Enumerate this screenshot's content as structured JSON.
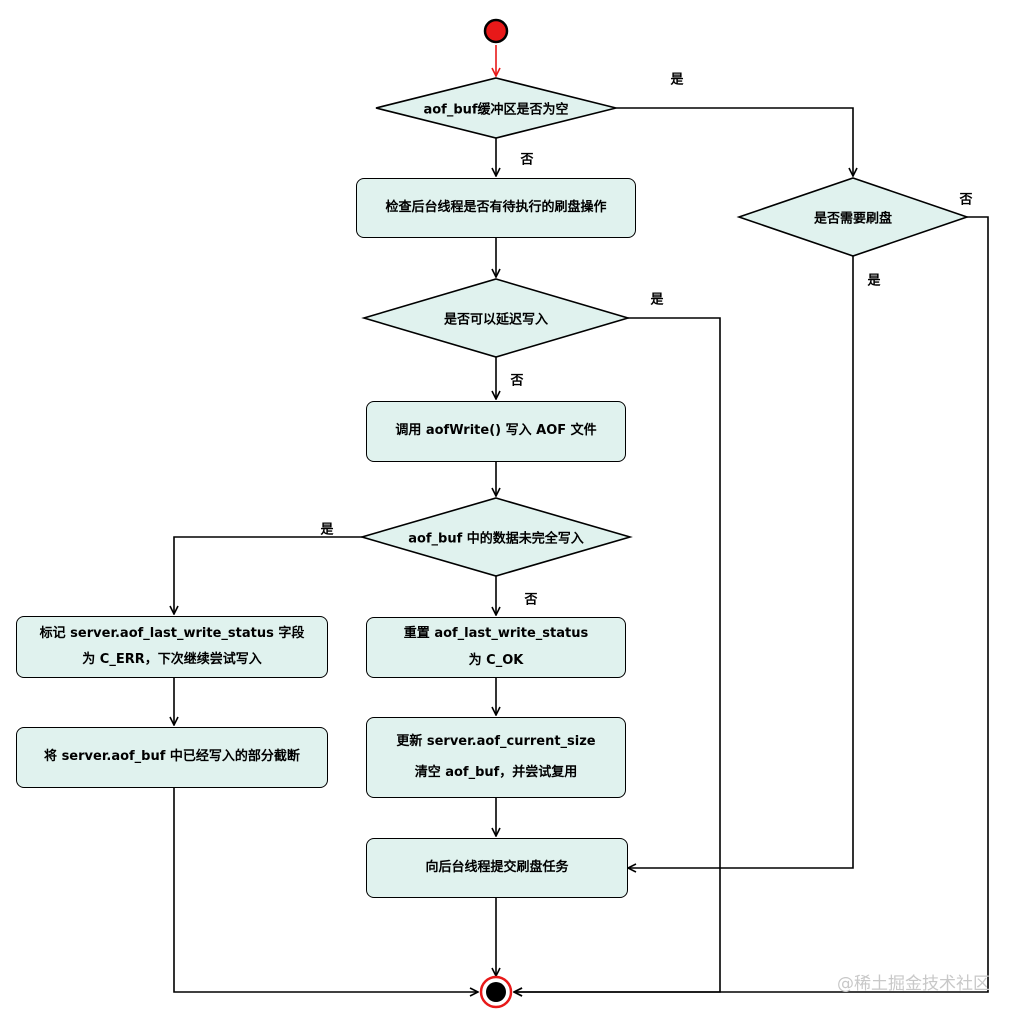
{
  "nodes": {
    "d1": "aof_buf缓冲区是否为空",
    "p1": "检查后台线程是否有待执行的刷盘操作",
    "d2": "是否可以延迟写入",
    "p2": "调用 aofWrite() 写入 AOF 文件",
    "d3": "aof_buf 中的数据未完全写入",
    "d4": "是否需要刷盘",
    "p3_line1": "标记 server.aof_last_write_status 字段",
    "p3_line2": "为 C_ERR，下次继续尝试写入",
    "p4": "将 server.aof_buf 中已经写入的部分截断",
    "p5_line1": "重置 aof_last_write_status",
    "p5_line2": "为 C_OK",
    "p6_line1": "更新 server.aof_current_size",
    "p6_line2": "清空 aof_buf，并尝试复用",
    "p7": "向后台线程提交刷盘任务"
  },
  "edge_labels": {
    "d1_yes": "是",
    "d1_no": "否",
    "d4_no": "否",
    "d4_yes": "是",
    "d2_yes": "是",
    "d2_no": "否",
    "d3_yes": "是",
    "d3_no": "否"
  },
  "watermark": "@稀土掘金技术社区",
  "colors": {
    "node_fill": "#e0f2ee",
    "stroke": "#000000",
    "start_fill": "#e81919",
    "end_ring": "#e81919",
    "start_arrow": "#e81919"
  }
}
